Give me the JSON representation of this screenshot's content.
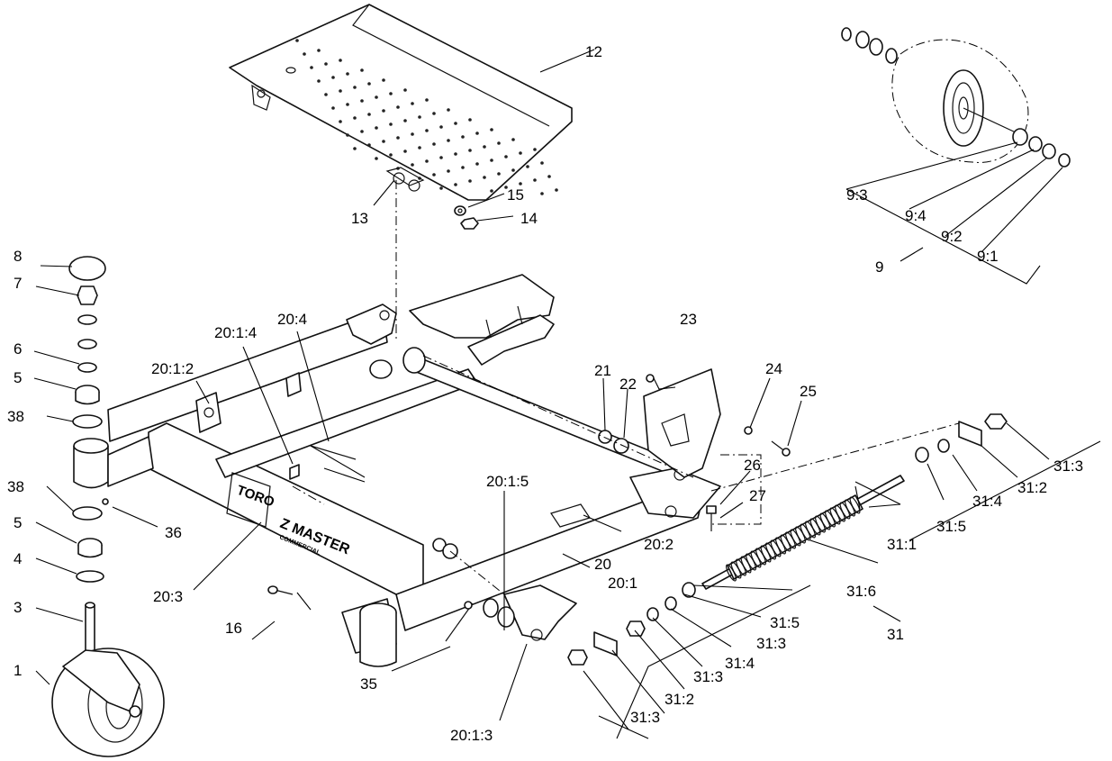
{
  "brand": {
    "logo": "TORO",
    "model": "Z MASTER",
    "submodel": "COMMERCIAL"
  },
  "callouts": {
    "c1": "1",
    "c3": "3",
    "c4": "4",
    "c5a": "5",
    "c5b": "5",
    "c6": "6",
    "c7": "7",
    "c8": "8",
    "c38a": "38",
    "c38b": "38",
    "c36": "36",
    "c9": "9",
    "c9_1": "9:1",
    "c9_2": "9:2",
    "c9_3": "9:3",
    "c9_4": "9:4",
    "c12": "12",
    "c13": "13",
    "c14": "14",
    "c15": "15",
    "c16": "16",
    "c20": "20",
    "c20_1": "20:1",
    "c20_1_2": "20:1:2",
    "c20_1_3": "20:1:3",
    "c20_1_4": "20:1:4",
    "c20_1_5": "20:1:5",
    "c20_2": "20:2",
    "c20_3": "20:3",
    "c20_4": "20:4",
    "c21": "21",
    "c22": "22",
    "c23": "23",
    "c24": "24",
    "c25": "25",
    "c26": "26",
    "c27": "27",
    "c31": "31",
    "c31_1": "31:1",
    "c31_2a": "31:2",
    "c31_2b": "31:2",
    "c31_3a": "31:3",
    "c31_3b": "31:3",
    "c31_3c": "31:3",
    "c31_3d": "31:3",
    "c31_4a": "31:4",
    "c31_4b": "31:4",
    "c31_5a": "31:5",
    "c31_5b": "31:5",
    "c31_6": "31:6",
    "c35": "35"
  }
}
